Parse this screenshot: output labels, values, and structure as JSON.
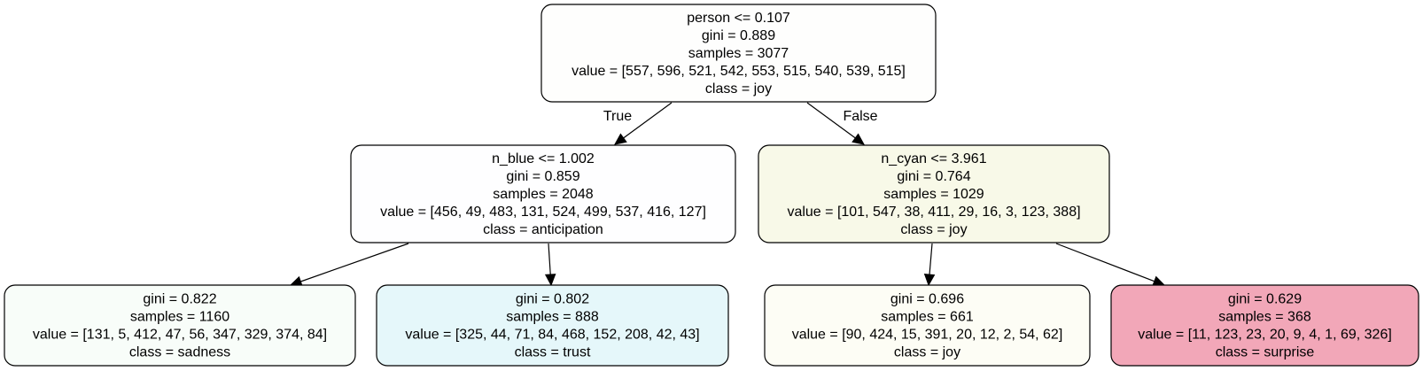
{
  "nodes": [
    {
      "id": "root",
      "fill": "#fefefd",
      "lines": [
        "person <= 0.107",
        "gini = 0.889",
        "samples = 3077",
        "value = [557, 596, 521, 542, 553, 515, 540, 539, 515]",
        "class = joy"
      ]
    },
    {
      "id": "left",
      "fill": "#fefeff",
      "lines": [
        "n_blue <= 1.002",
        "gini = 0.859",
        "samples = 2048",
        "value = [456, 49, 483, 131, 524, 499, 537, 416, 127]",
        "class = anticipation"
      ]
    },
    {
      "id": "right",
      "fill": "#f8f9e8",
      "lines": [
        "n_cyan <= 3.961",
        "gini = 0.764",
        "samples = 1029",
        "value = [101, 547, 38, 411, 29, 16, 3, 123, 388]",
        "class = joy"
      ]
    },
    {
      "id": "left-left",
      "fill": "#f8fdf9",
      "lines": [
        "gini = 0.822",
        "samples = 1160",
        "value = [131, 5, 412, 47, 56, 347, 329, 374, 84]",
        "class = sadness"
      ]
    },
    {
      "id": "left-right",
      "fill": "#e5f7fa",
      "lines": [
        "gini = 0.802",
        "samples = 888",
        "value = [325, 44, 71, 84, 468, 152, 208, 42, 43]",
        "class = trust"
      ]
    },
    {
      "id": "right-left",
      "fill": "#fdfdf5",
      "lines": [
        "gini = 0.696",
        "samples = 661",
        "value = [90, 424, 15, 391, 20, 12, 2, 54, 62]",
        "class = joy"
      ]
    },
    {
      "id": "right-right",
      "fill": "#f2a7b8",
      "lines": [
        "gini = 0.629",
        "samples = 368",
        "value = [11, 123, 23, 20, 9, 4, 1, 69, 326]",
        "class = surprise"
      ]
    }
  ],
  "edges": [
    {
      "from": "root",
      "to": "left",
      "label": "True"
    },
    {
      "from": "root",
      "to": "right",
      "label": "False"
    },
    {
      "from": "left",
      "to": "left-left",
      "label": ""
    },
    {
      "from": "left",
      "to": "left-right",
      "label": ""
    },
    {
      "from": "right",
      "to": "right-left",
      "label": ""
    },
    {
      "from": "right",
      "to": "right-right",
      "label": ""
    }
  ]
}
